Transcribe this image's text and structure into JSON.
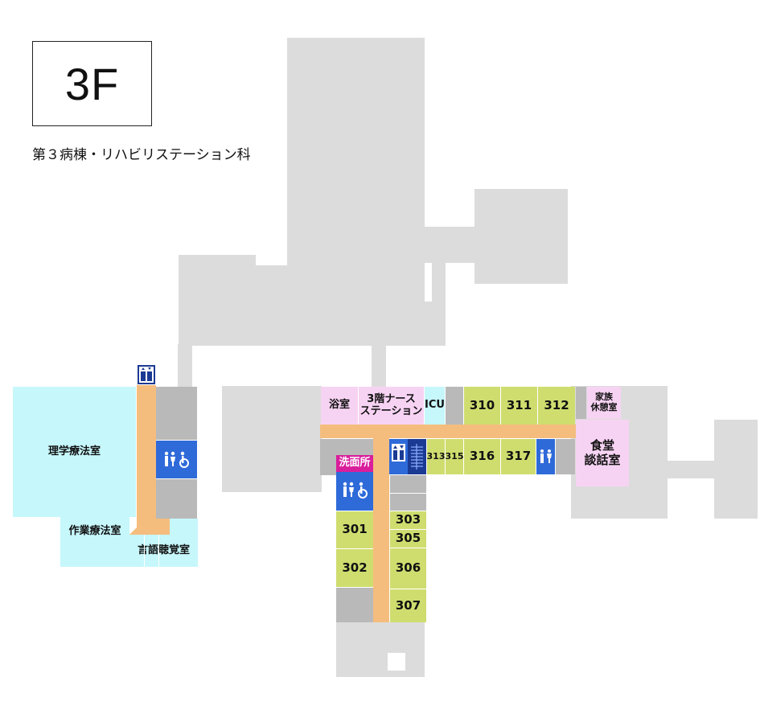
{
  "floor": {
    "label": "3F",
    "description": "第３病棟・リハビリステーション科"
  },
  "colors": {
    "background_building": "#dcdcdc",
    "storage": "#b9b9b9",
    "rehab": "#c6f7fb",
    "common_room": "#f7d3f3",
    "patient_room": "#cfdd6f",
    "corridor": "#f4bd7e",
    "restroom": "#2f6ad9",
    "stairs": "#1b3a93",
    "washroom": "#d91e9c"
  },
  "rooms": {
    "physical_therapy": "理学療法室",
    "occupational_therapy": "作業療法室",
    "speech_therapy": "言語聴覚室",
    "bath": "浴室",
    "nurse_station": "3階ナース\nステーション",
    "icu": "ICU",
    "washroom": "洗面所",
    "family_lounge": "家族\n休憩室",
    "dining": "食堂\n談話室",
    "r310": "310",
    "r311": "311",
    "r312": "312",
    "r313": "313",
    "r315": "315",
    "r316": "316",
    "r317": "317",
    "r301": "301",
    "r302": "302",
    "r303": "303",
    "r305": "305",
    "r306": "306",
    "r307": "307"
  },
  "icons": {
    "elevator": "elevator-icon",
    "restroom": "restroom-icon",
    "stairs": "stairs-icon"
  }
}
